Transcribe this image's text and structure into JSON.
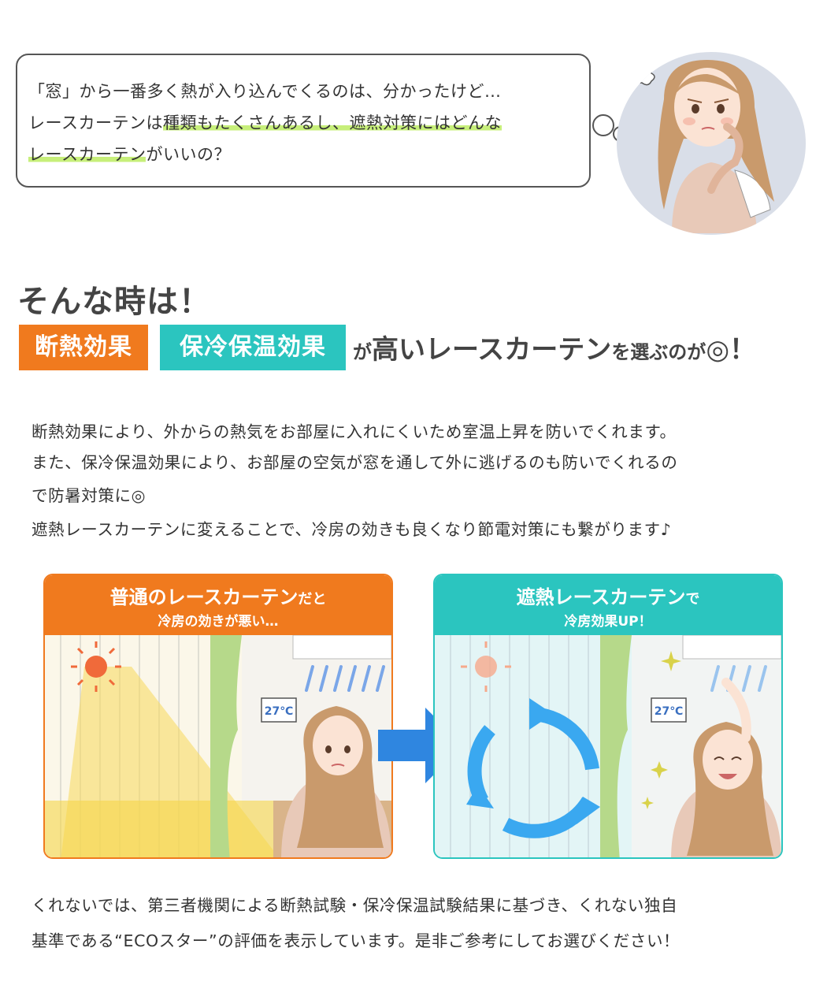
{
  "bubble": {
    "line1": "「窓」から一番多く熱が入り込んでくるのは、分かったけど…",
    "line2_a": "レースカーテンは",
    "line2_b": "種類もたくさんあるし、遮熱対策にはどんな",
    "line3_a": "レースカーテン",
    "line3_b": "がいいの？"
  },
  "heading": {
    "title": "そんな時は！",
    "tag1": "断熱効果",
    "tag2": "保冷保温効果",
    "rest_a": "が",
    "rest_b": "高いレースカーテン",
    "rest_c": "を選ぶのが",
    "rest_d": "◎！"
  },
  "body": [
    "断熱効果により、外からの熱気をお部屋に入れにくいため室温上昇を防いでくれます。",
    "また、保冷保温効果により、お部屋の空気が窓を通して外に逃げるのも防いでくれるの",
    "で防暑対策に◎",
    "遮熱レースカーテンに変えることで、冷房の効きも良くなり節電対策にも繋がります♪"
  ],
  "panel_left": {
    "title_main": "普通のレースカーテン",
    "title_suffix": "だと",
    "subtitle": "冷房の効きが悪い…",
    "thermostat": "27℃"
  },
  "panel_right": {
    "title_main": "遮熱レースカーテン",
    "title_suffix": "で",
    "subtitle": "冷房効果UP！",
    "thermostat": "27℃"
  },
  "footer": [
    "くれないでは、第三者機関による断熱試験・保冷保温試験結果に基づき、くれない独自",
    "基準である“ECOスター”の評価を表示しています。是非ご参考にしてお選びください！"
  ],
  "colors": {
    "orange": "#f07a1e",
    "teal": "#2bc5bf",
    "highlight": "#c7ef7a",
    "arrow_blue": "#2f86e0"
  }
}
